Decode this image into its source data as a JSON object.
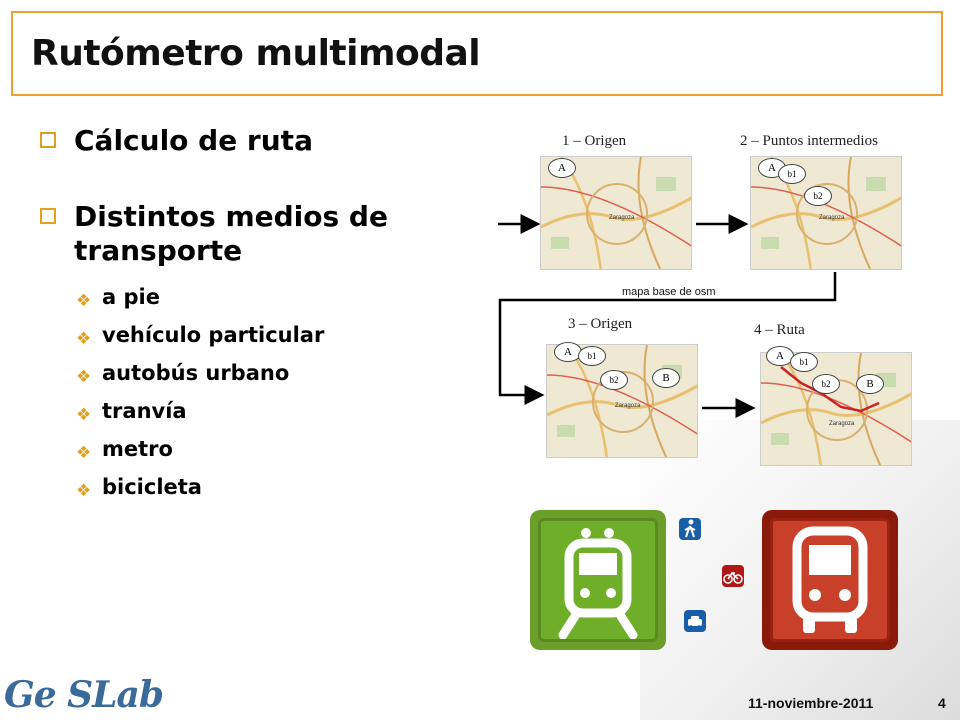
{
  "slide": {
    "title": "Rutómetro multimodal",
    "page_number": "4",
    "date": "11-noviembre-2011",
    "logo_text": "Ge SLab"
  },
  "bullets": {
    "level1": [
      "Cálculo de ruta",
      "Distintos medios de transporte"
    ],
    "level2": [
      "a pie",
      "vehículo particular",
      "autobús urbano",
      "tranvía",
      "metro",
      "bicicleta"
    ]
  },
  "diagram": {
    "steps": [
      {
        "label": "1 – Origen",
        "pins": [
          "A"
        ]
      },
      {
        "label": "2 – Puntos intermedios",
        "pins": [
          "A",
          "b1",
          "b2"
        ]
      },
      {
        "label": "3 – Origen",
        "pins": [
          "A",
          "b1",
          "b2",
          "B"
        ]
      },
      {
        "label": "4 – Ruta",
        "pins": [
          "A",
          "b1",
          "b2",
          "B"
        ]
      }
    ],
    "connector_label": "mapa base de osm",
    "map_city_label": "Zaragoza"
  },
  "colors": {
    "title_border": "#f0a030",
    "bullet_accent": "#e0a020",
    "tram_tile": "#6fae28",
    "bus_tile": "#c8402a",
    "route": "#cc2222"
  },
  "icons": [
    "tram-icon",
    "bus-icon",
    "pedestrian-icon",
    "car-icon",
    "bicycle-icon"
  ]
}
